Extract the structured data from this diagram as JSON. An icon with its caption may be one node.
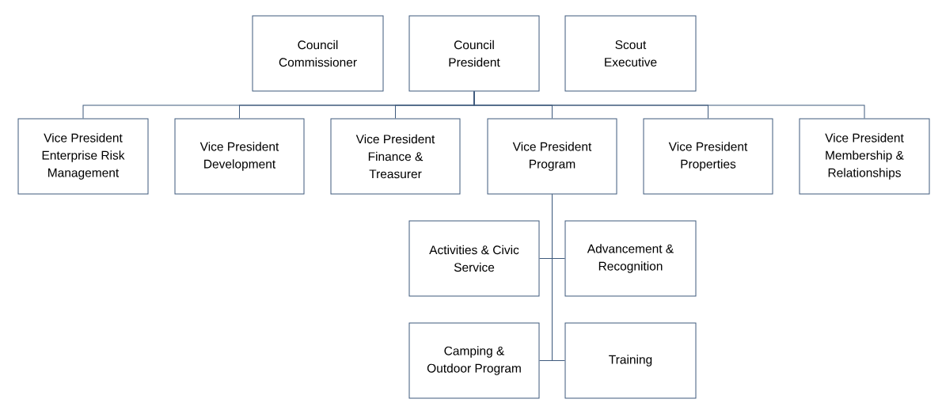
{
  "diagram": {
    "nodes": [
      {
        "text": [
          "Council Commissioner"
        ]
      },
      {
        "text": [
          "Council President"
        ]
      },
      {
        "text": [
          "Scout Executive"
        ]
      },
      {
        "text": [
          "Vice President Enterprise Risk Management"
        ]
      },
      {
        "text": [
          "Vice President Development"
        ]
      },
      {
        "text": [
          "Vice President Finance & Treasurer"
        ]
      },
      {
        "text": [
          "Vice President Program"
        ]
      },
      {
        "text": [
          "Vice President Properties"
        ]
      },
      {
        "text": [
          "Vice President Membership & Relationships"
        ]
      },
      {
        "text": [
          "Activities & Civic Service"
        ]
      },
      {
        "text": [
          "Advancement & Recognition"
        ]
      },
      {
        "text": [
          "Camping & Outdoor Program"
        ]
      },
      {
        "text": [
          "Training"
        ]
      }
    ],
    "edges": [
      {
        "from": 1,
        "to": 3,
        "arrow": "none"
      },
      {
        "from": 1,
        "to": 4,
        "arrow": "none"
      },
      {
        "from": 1,
        "to": 5,
        "arrow": "none"
      },
      {
        "from": 1,
        "to": 6,
        "arrow": "none"
      },
      {
        "from": 1,
        "to": 7,
        "arrow": "none"
      },
      {
        "from": 1,
        "to": 8,
        "arrow": "none"
      },
      {
        "from": 6,
        "to": 9,
        "arrow": "none"
      },
      {
        "from": 6,
        "to": 10,
        "arrow": "none"
      },
      {
        "from": 6,
        "to": 11,
        "arrow": "none"
      },
      {
        "from": 6,
        "to": 12,
        "arrow": "none"
      }
    ]
  }
}
